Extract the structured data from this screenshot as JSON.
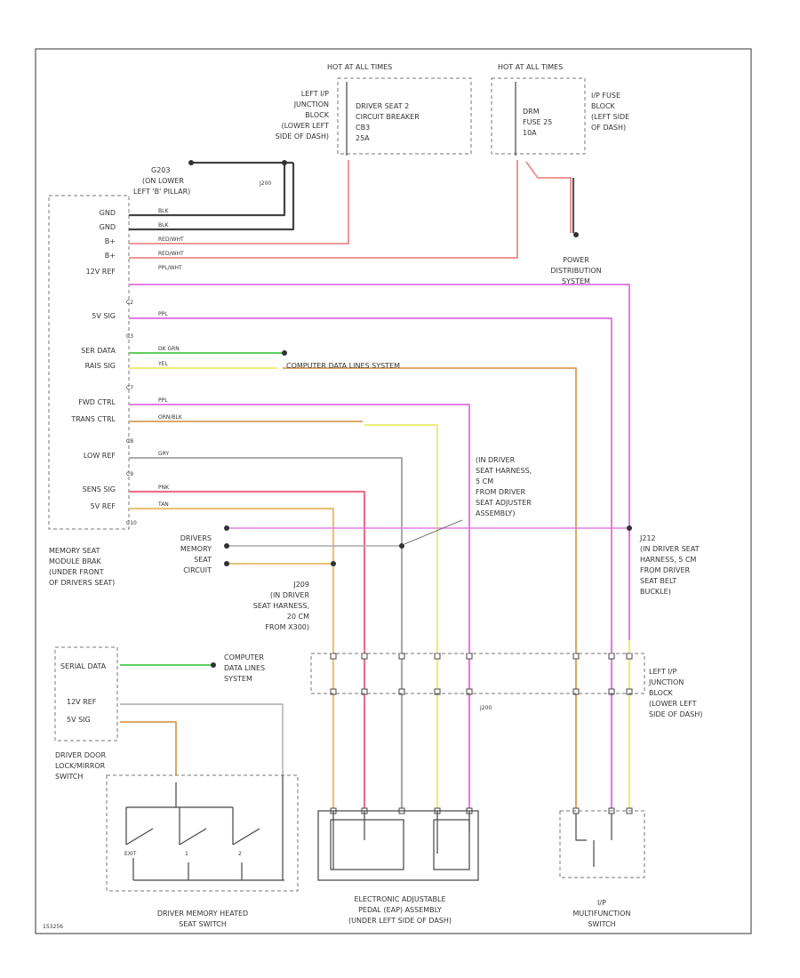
{
  "hot_at_left": "HOT AT ALL TIMES",
  "hot_at_right": "HOT AT ALL TIMES",
  "left_ip_junction": [
    "LEFT I/P",
    "JUNCTION",
    "BLOCK",
    "(LOWER LEFT",
    "SIDE OF DASH)"
  ],
  "driver_seat_breaker": [
    "DRIVER SEAT 2",
    "CIRCUIT BREAKER",
    "CB3",
    "25A"
  ],
  "ip_fuse_block": [
    "I/P FUSE",
    "BLOCK",
    "(LEFT SIDE",
    "OF DASH)"
  ],
  "mirr_fuse": [
    "DRM",
    "FUSE 25",
    "10A"
  ],
  "g203": [
    "G203",
    "(ON LOWER",
    "LEFT 'B' PILLAR)"
  ],
  "j200": "J200",
  "power_distribution": [
    "POWER",
    "DISTRIBUTION",
    "SYSTEM"
  ],
  "module_pins": [
    "GND",
    "GND",
    "B+",
    "B+",
    "12V REF",
    "5V SIG",
    "SER DATA",
    "RAIS SIG",
    "FWD CTRL",
    "TRANS CTRL",
    "LOW REF",
    "SENS SIG",
    "5V REF"
  ],
  "module_label": [
    "MEMORY SEAT",
    "MODULE BRAK",
    "(UNDER FRONT",
    "OF DRIVERS SEAT)"
  ],
  "wire_colors": [
    "BLK",
    "BLK",
    "RED/WHT",
    "RED/WHT",
    "PPL/WHT",
    "PPL",
    "DK GRN",
    "YEL",
    "PPL",
    "ORN/BLK",
    "GRY",
    "PNK",
    "TAN"
  ],
  "connector_tags": [
    "C2",
    "C3",
    "C7",
    "C8",
    "C9",
    "C10"
  ],
  "computer_data_lines_1": "COMPUTER DATA LINES SYSTEM",
  "computer_data_lines_2": [
    "COMPUTER",
    "DATA LINES",
    "SYSTEM"
  ],
  "harness_note": [
    "(IN DRIVER",
    "SEAT HARNESS,",
    "5 CM",
    "FROM DRIVER",
    "SEAT ADJUSTER",
    "ASSEMBLY)"
  ],
  "drivers_memory": [
    "DRIVERS",
    "MEMORY",
    "SEAT",
    "CIRCUIT"
  ],
  "j209": [
    "J209",
    "(IN DRIVER",
    "SEAT HARNESS,",
    "20 CM",
    "FROM X300)"
  ],
  "j212": [
    "J212",
    "(IN DRIVER SEAT",
    "HARNESS, 5 CM",
    "FROM DRIVER",
    "SEAT BELT",
    "BUCKLE)"
  ],
  "j200b": "J200",
  "left_ip_junction_2": [
    "LEFT I/P",
    "JUNCTION",
    "BLOCK",
    "(LOWER LEFT",
    "SIDE OF DASH)"
  ],
  "door_pins": [
    "SERIAL DATA",
    "12V REF",
    "5V SIG"
  ],
  "door_switch": [
    "DRIVER DOOR",
    "LOCK/MIRROR",
    "SWITCH"
  ],
  "memory_switch_label": [
    "DRIVER MEMORY HEATED",
    "SEAT SWITCH"
  ],
  "memory_switch_pos": [
    "EXIT",
    "1",
    "2"
  ],
  "pedal_label": [
    "ELECTRONIC ADJUSTABLE",
    "PEDAL (EAP) ASSEMBLY",
    "(UNDER LEFT SIDE OF DASH)"
  ],
  "multifunction_label": [
    "I/P",
    "MULTIFUNCTION",
    "SWITCH"
  ],
  "footer_code": "153256",
  "colors": {
    "blk": "#444444",
    "redwht": "#ee8a8a",
    "ppl": "#e27ee2",
    "grn": "#5fcf5f",
    "yel": "#ecec7a",
    "orn": "#dda86a",
    "gry": "#aaaaaa",
    "pnk": "#ee6f8a",
    "tan": "#e9c37a"
  }
}
